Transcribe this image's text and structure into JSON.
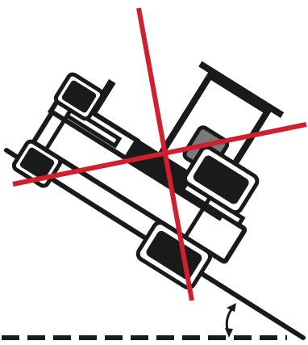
{
  "illustration": {
    "subject": "tractor-rollover-warning",
    "prohibition_mark": "red-x",
    "measurement": "slope-angle-indicator"
  },
  "colors": {
    "ink": "#1a1a1a",
    "prohibition_red": "#d0202e",
    "seat_gray": "#7a7a7a",
    "background": "#ffffff"
  },
  "icons": [
    "tractor-icon",
    "slope-line",
    "horizontal-dashed-line",
    "angle-arc-icon",
    "prohibition-cross-icon"
  ]
}
